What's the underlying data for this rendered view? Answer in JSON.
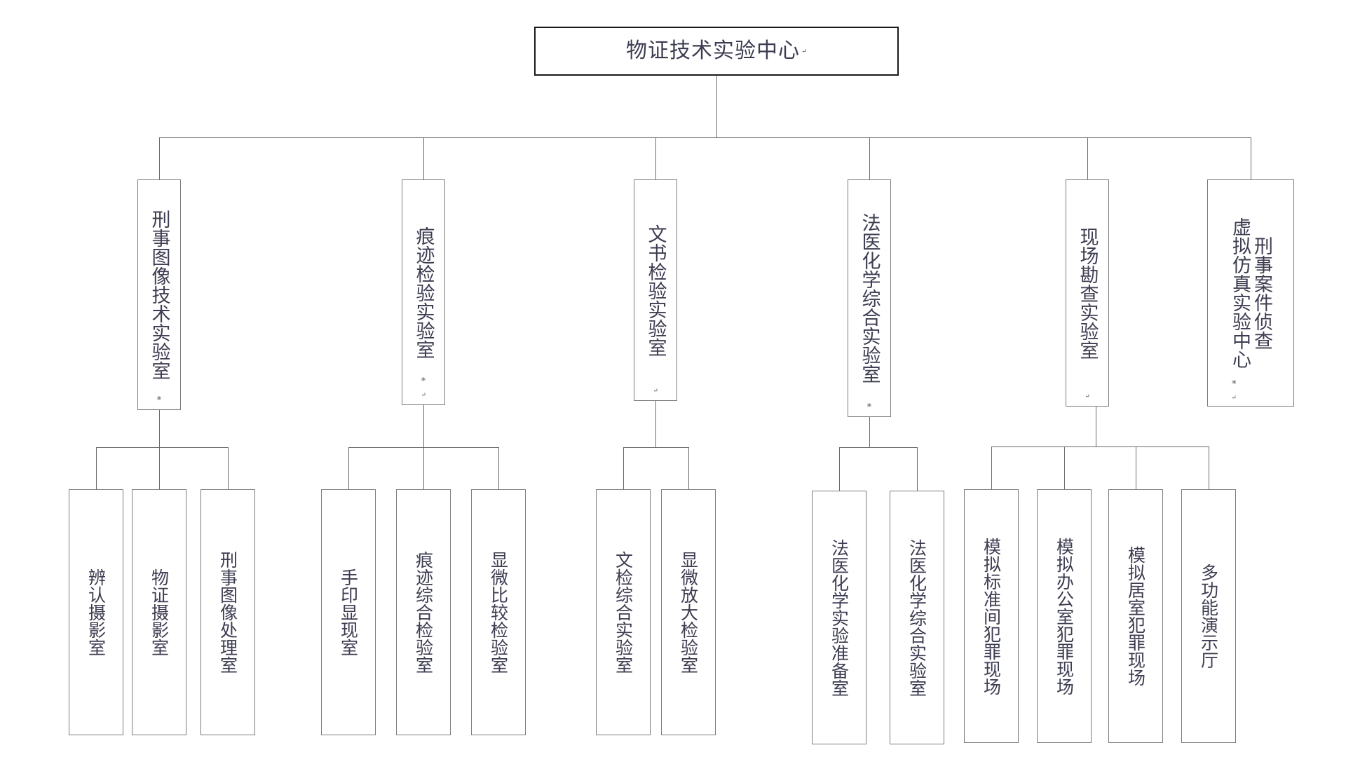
{
  "diagram": {
    "type": "org-chart",
    "title": "物证技术实验中心",
    "orientation": "top-down",
    "text_direction": "vertical-rl",
    "colors": {
      "root_border": "#1a1a1a",
      "node_border": "#7a7a7a",
      "connector": "#6b6b6b",
      "text": "#3d3d52",
      "background": "#ffffff"
    },
    "marks": {
      "pilcrow": "↵",
      "bullet": "*"
    }
  },
  "root": {
    "label": "物证技术实验中心",
    "pilcrow": "↵"
  },
  "level2": [
    {
      "id": "l2-1",
      "label": "刑事图像技术实验室",
      "pilcrow": "↵",
      "bullet": "*"
    },
    {
      "id": "l2-2",
      "label": "痕迹检验实验室",
      "pilcrow": "↵",
      "bullet": "*"
    },
    {
      "id": "l2-3",
      "label": "文书检验实验室",
      "pilcrow": "↵",
      "bullet": ""
    },
    {
      "id": "l2-4",
      "label": "法医化学综合实验室",
      "pilcrow": "↵",
      "bullet": "*"
    },
    {
      "id": "l2-5",
      "label": "现场勘查实验室",
      "pilcrow": "↵",
      "bullet": ""
    },
    {
      "id": "l2-6",
      "label_col_right": "刑事案件侦查",
      "label_col_left": "虚拟仿真实验中心",
      "pilcrow": "↵",
      "bullet": "*"
    }
  ],
  "level3": {
    "group1": [
      {
        "id": "l3-1-1",
        "label": "辨认摄影室",
        "pilcrow": "↵"
      },
      {
        "id": "l3-1-2",
        "label": "物证摄影室",
        "pilcrow": "↵"
      },
      {
        "id": "l3-1-3",
        "label": "刑事图像处理室",
        "pilcrow": "↵"
      }
    ],
    "group2": [
      {
        "id": "l3-2-1",
        "label": "手印显现室",
        "pilcrow": "↵"
      },
      {
        "id": "l3-2-2",
        "label": "痕迹综合检验室",
        "pilcrow": "↵"
      },
      {
        "id": "l3-2-3",
        "label": "显微比较检验室",
        "pilcrow": "↵"
      }
    ],
    "group3": [
      {
        "id": "l3-3-1",
        "label": "文检综合实验室",
        "pilcrow": "↵"
      },
      {
        "id": "l3-3-2",
        "label": "显微放大检验室",
        "pilcrow": "↵"
      }
    ],
    "group4": [
      {
        "id": "l3-4-1",
        "label": "法医化学实验准备室",
        "pilcrow": "↵"
      },
      {
        "id": "l3-4-2",
        "label": "法医化学综合实验室",
        "pilcrow": "↵"
      }
    ],
    "group5": [
      {
        "id": "l3-5-1",
        "label": "模拟标准间犯罪现场",
        "pilcrow": "↵"
      },
      {
        "id": "l3-5-2",
        "label": "模拟办公室犯罪现场",
        "pilcrow": "↵"
      },
      {
        "id": "l3-5-3",
        "label": "模拟居室犯罪现场",
        "pilcrow": "↵"
      },
      {
        "id": "l3-5-4",
        "label": "多功能演示厅",
        "pilcrow": "↵"
      }
    ]
  }
}
